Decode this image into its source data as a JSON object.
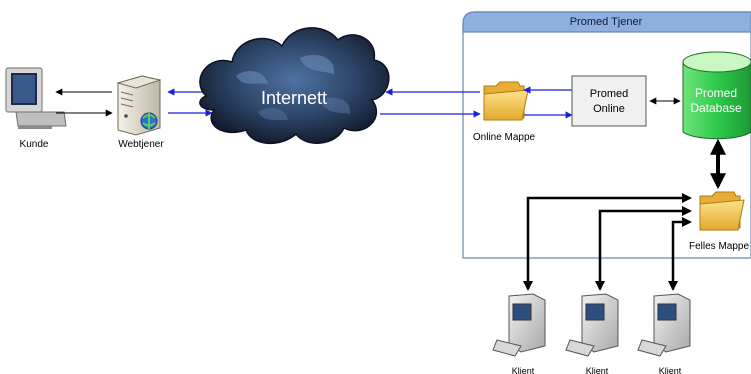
{
  "labels": {
    "kunde": "Kunde",
    "webtjener": "Webtjener",
    "internett": "Internett",
    "server_group": "Promed Tjener",
    "online_mappe": "Online Mappe",
    "promed_online_line1": "Promed",
    "promed_online_line2": "Online",
    "promed_database_line1": "Promed",
    "promed_database_line2": "Database",
    "felles_mappe": "Felles Mappe",
    "klient_1": "Klient",
    "klient_2": "Klient",
    "klient_3": "Klient"
  },
  "colors": {
    "server_header": "#8fb0de",
    "server_panel_border": "#6b86b3",
    "cloud_dark": "#141d2e",
    "cloud_mid": "#3e5d88",
    "database_top": "#c9f7c1",
    "database_body": "#2ec94b",
    "promed_online_box": "#f0f0f0",
    "blue_arrow": "#1a22d6",
    "black_arrow": "#000000",
    "folder": "#f3c75a"
  },
  "icons": {
    "kunde": "monitor-icon",
    "webtjener": "web-server-icon",
    "internett": "cloud-icon",
    "online_mappe": "folder-icon",
    "felles_mappe": "folder-icon",
    "promed_database": "database-cylinder-icon",
    "klient": "desktop-computer-icon"
  }
}
